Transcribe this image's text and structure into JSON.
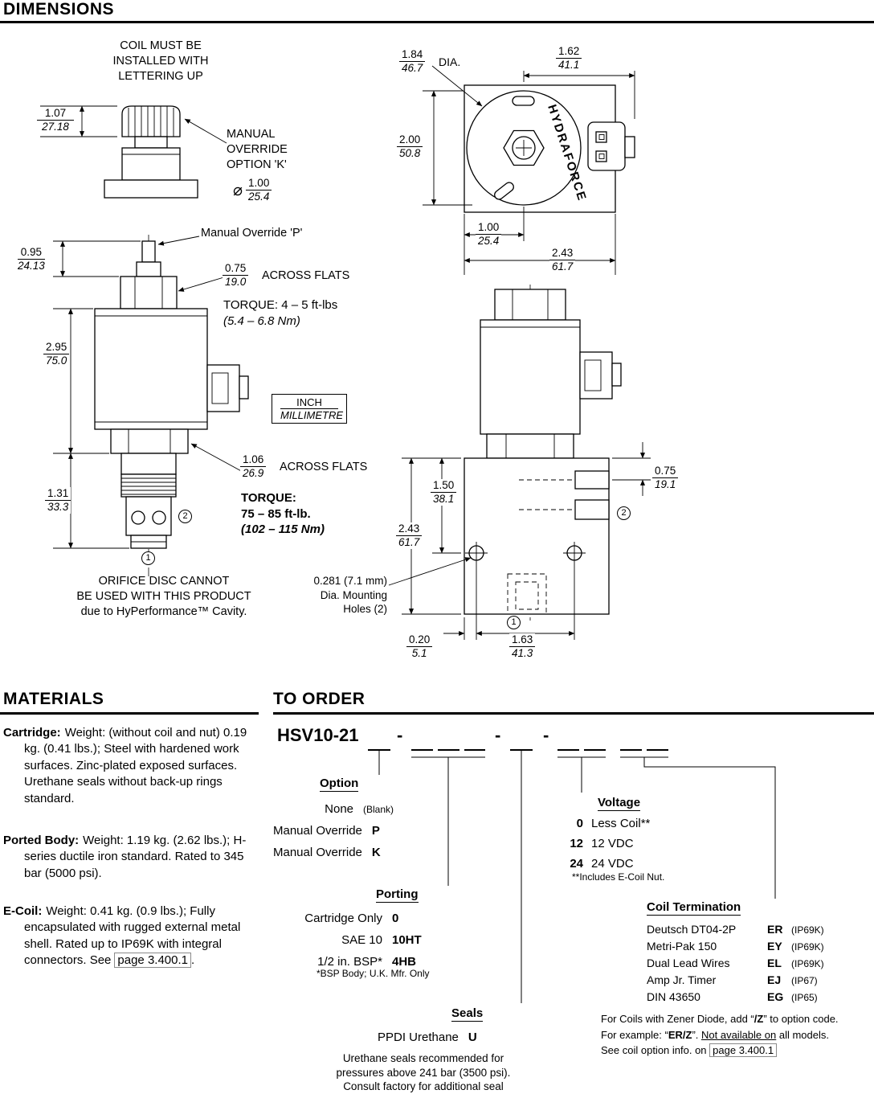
{
  "titles": {
    "dimensions": "DIMENSIONS",
    "materials": "MATERIALS",
    "to_order": "TO ORDER"
  },
  "dims": {
    "coil_note": {
      "l1": "COIL MUST BE",
      "l2": "INSTALLED WITH",
      "l3": "LETTERING UP"
    },
    "knob_height": {
      "in": "1.07",
      "mm": "27.18"
    },
    "override_k": {
      "l1": "MANUAL",
      "l2": "OVERRIDE",
      "l3": "OPTION  'K'"
    },
    "dia_symbol": "⌀",
    "knob_dia": {
      "in": "1.00",
      "mm": "25.4"
    },
    "coil_dia": {
      "in": "1.84",
      "mm": "46.7"
    },
    "dia_label": "DIA.",
    "coil_width": {
      "in": "1.62",
      "mm": "41.1"
    },
    "coil_height": {
      "in": "2.00",
      "mm": "50.8"
    },
    "coil_center": {
      "in": "1.00",
      "mm": "25.4"
    },
    "coil_total": {
      "in": "2.43",
      "mm": "61.7"
    },
    "logo": "HYDRAFORCE",
    "override_p": "Manual Override 'P'",
    "stem_height": {
      "in": "0.95",
      "mm": "24.13"
    },
    "hex_flats": {
      "in": "0.75",
      "mm": "19.0"
    },
    "across_flats": "ACROSS FLATS",
    "torque_coil": {
      "l1": "TORQUE: 4 – 5 ft-lbs",
      "l2": "(5.4 – 6.8 Nm)"
    },
    "coil_body_height": {
      "in": "2.95",
      "mm": "75.0"
    },
    "units": {
      "inch": "INCH",
      "mm": "MILLIMETRE"
    },
    "nut_flats": {
      "in": "1.06",
      "mm": "26.9"
    },
    "torque_cart": {
      "l1": "TORQUE:",
      "l2": "75 – 85 ft-lb.",
      "l3": "(102 – 115 Nm)"
    },
    "cart_length": {
      "in": "1.31",
      "mm": "33.3"
    },
    "orifice_note": {
      "l1": "ORIFICE DISC CANNOT",
      "l2": "BE USED WITH THIS PRODUCT",
      "l3": "due to HyPerformance™ Cavity."
    },
    "body_top_to_hole": {
      "in": "1.50",
      "mm": "38.1"
    },
    "body_height": {
      "in": "2.43",
      "mm": "61.7"
    },
    "port_depth": {
      "in": "0.75",
      "mm": "19.1"
    },
    "mount_note": {
      "l1": "0.281 (7.1 mm)",
      "l2": "Dia. Mounting",
      "l3": "Holes (2)"
    },
    "edge_to_hole": {
      "in": "0.20",
      "mm": "5.1"
    },
    "hole_spacing": {
      "in": "1.63",
      "mm": "41.3"
    },
    "callout_1": "1",
    "callout_2": "2"
  },
  "materials": {
    "items": [
      {
        "label": "Cartridge:",
        "text": "Weight: (without coil and nut) 0.19 kg. (0.41 lbs.); Steel with hardened work surfaces. Zinc-plated exposed surfaces. Urethane seals without back-up rings standard."
      },
      {
        "label": "Ported Body:",
        "text": "Weight: 1.19 kg. (2.62 lbs.); H-series ductile iron standard. Rated to 345 bar (5000 psi)."
      },
      {
        "label": "E-Coil:",
        "text": "Weight: 0.41 kg. (0.9 lbs.); Fully encapsulated with rugged external metal shell. Rated up to IP69K with integral connectors. See",
        "link": "page 3.400.1",
        "suffix": "."
      }
    ]
  },
  "order": {
    "model_prefix": "HSV10-21",
    "dash": "-",
    "option": {
      "heading": "Option",
      "items": [
        {
          "label": "None",
          "code": "(Blank)"
        },
        {
          "label": "Manual Override",
          "code": "P"
        },
        {
          "label": "Manual Override",
          "code": "K"
        }
      ]
    },
    "porting": {
      "heading": "Porting",
      "items": [
        {
          "label": "Cartridge Only",
          "code": "0"
        },
        {
          "label": "SAE 10",
          "code": "10HT"
        },
        {
          "label": "1/2 in. BSP*",
          "code": "4HB"
        }
      ],
      "note": "*BSP Body; U.K. Mfr. Only"
    },
    "seals": {
      "heading": "Seals",
      "items": [
        {
          "label": "PPDI Urethane",
          "code": "U"
        }
      ],
      "note_l1": "Urethane seals recommended for",
      "note_l2": "pressures above 241 bar (3500 psi).",
      "note_l3": "Consult factory for additional seal"
    },
    "voltage": {
      "heading": "Voltage",
      "items": [
        {
          "code": "0",
          "label": "Less Coil**"
        },
        {
          "code": "12",
          "label": "12 VDC"
        },
        {
          "code": "24",
          "label": "24 VDC"
        }
      ],
      "note": "**Includes E-Coil Nut."
    },
    "termination": {
      "heading": "Coil Termination",
      "items": [
        {
          "label": "Deutsch DT04-2P",
          "code": "ER",
          "ip": "(IP69K)"
        },
        {
          "label": "Metri-Pak 150",
          "code": "EY",
          "ip": "(IP69K)"
        },
        {
          "label": "Dual Lead Wires",
          "code": "EL",
          "ip": "(IP69K)"
        },
        {
          "label": "Amp Jr. Timer",
          "code": "EJ",
          "ip": "(IP67)"
        },
        {
          "label": "DIN 43650",
          "code": "EG",
          "ip": "(IP65)"
        }
      ]
    },
    "zener": {
      "l1_pre": "For Coils with Zener Diode, add “",
      "l1_code": "/Z",
      "l1_post": "” to option code.",
      "l2_pre": "For example: “",
      "l2_code": "ER/Z",
      "l2_mid": "”. ",
      "l2_underline": "Not available on",
      "l2_post": " all models.",
      "l3_pre": "See coil option info. on ",
      "l3_link": "page 3.400.1"
    }
  }
}
